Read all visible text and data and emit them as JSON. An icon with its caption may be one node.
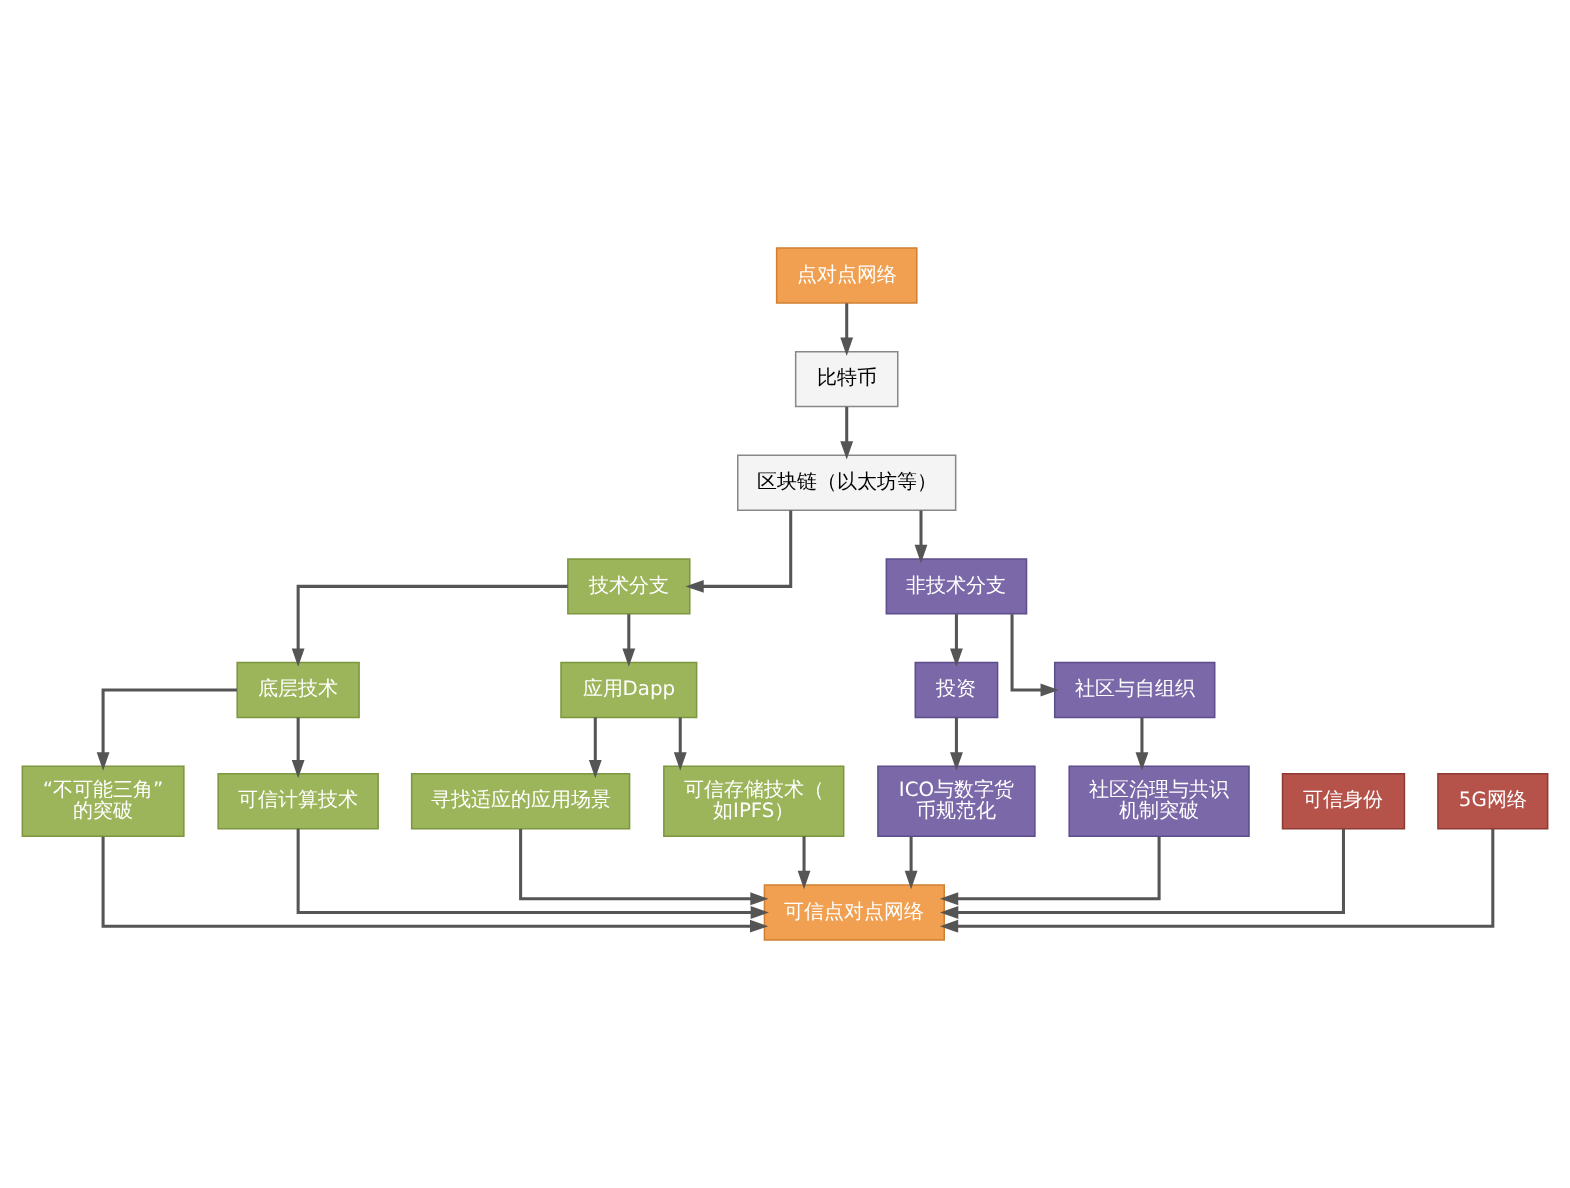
{
  "diagram": {
    "nodes": [
      {
        "text": [
          "点对点网络"
        ]
      },
      {
        "text": [
          "比特币"
        ]
      },
      {
        "text": [
          "区块链（以太坊等）"
        ]
      },
      {
        "text": [
          "技术分支"
        ]
      },
      {
        "text": [
          "非技术分支"
        ]
      },
      {
        "text": [
          "底层技术"
        ]
      },
      {
        "text": [
          "应用Dapp"
        ]
      },
      {
        "text": [
          "投资"
        ]
      },
      {
        "text": [
          "社区与自组织"
        ]
      },
      {
        "text": [
          "“不可能三角”的突破"
        ]
      },
      {
        "text": [
          "可信计算技术"
        ]
      },
      {
        "text": [
          "寻找适应的应用场景"
        ]
      },
      {
        "text": [
          "可信存储技术（如IPFS）"
        ]
      },
      {
        "text": [
          "ICO与数字货币规范化"
        ]
      },
      {
        "text": [
          "社区治理与共识机制突破"
        ]
      },
      {
        "text": [
          "可信身份"
        ]
      },
      {
        "text": [
          "5G网络"
        ]
      },
      {
        "text": [
          "可信点对点网络"
        ]
      }
    ],
    "edges": [
      {
        "from": 0,
        "to": 1,
        "arrow": "to"
      },
      {
        "from": 1,
        "to": 2,
        "arrow": "to"
      },
      {
        "from": 2,
        "to": 3,
        "arrow": "to"
      },
      {
        "from": 2,
        "to": 4,
        "arrow": "to"
      },
      {
        "from": 3,
        "to": 5,
        "arrow": "to"
      },
      {
        "from": 3,
        "to": 6,
        "arrow": "to"
      },
      {
        "from": 4,
        "to": 7,
        "arrow": "to"
      },
      {
        "from": 4,
        "to": 8,
        "arrow": "to"
      },
      {
        "from": 5,
        "to": 9,
        "arrow": "to"
      },
      {
        "from": 5,
        "to": 10,
        "arrow": "to"
      },
      {
        "from": 6,
        "to": 11,
        "arrow": "to"
      },
      {
        "from": 6,
        "to": 12,
        "arrow": "to"
      },
      {
        "from": 7,
        "to": 13,
        "arrow": "to"
      },
      {
        "from": 8,
        "to": 14,
        "arrow": "to"
      },
      {
        "from": 9,
        "to": 17,
        "arrow": "to"
      },
      {
        "from": 10,
        "to": 17,
        "arrow": "to"
      },
      {
        "from": 11,
        "to": 17,
        "arrow": "to"
      },
      {
        "from": 12,
        "to": 17,
        "arrow": "to"
      },
      {
        "from": 13,
        "to": 17,
        "arrow": "to"
      },
      {
        "from": 14,
        "to": 17,
        "arrow": "to"
      },
      {
        "from": 15,
        "to": 17,
        "arrow": "to"
      },
      {
        "from": 16,
        "to": 17,
        "arrow": "to"
      }
    ]
  }
}
